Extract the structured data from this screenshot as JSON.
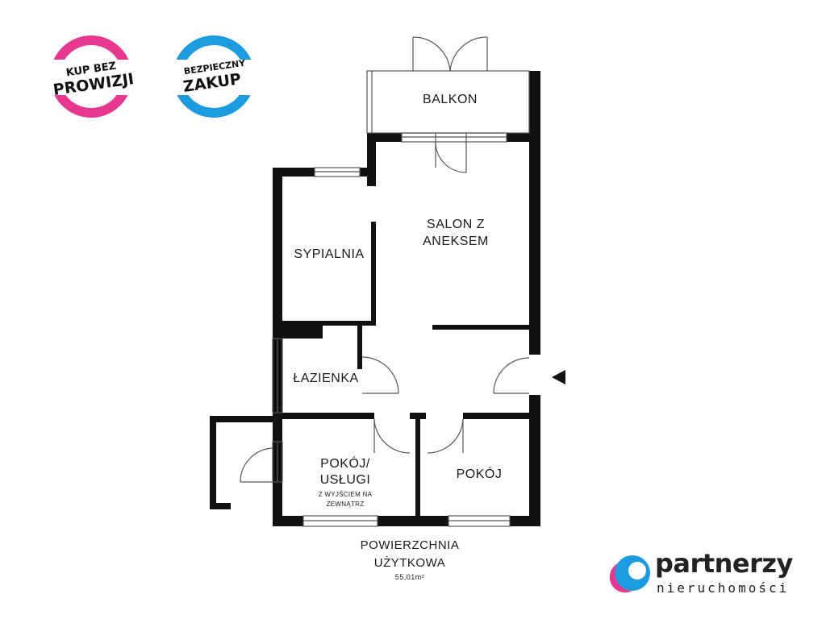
{
  "badges": {
    "commission": {
      "line1": "KUP BEZ",
      "line2": "PROWIZJI",
      "color": "#e8378f"
    },
    "safe": {
      "line1": "BEZPIECZNY",
      "line2": "ZAKUP",
      "color": "#1d9be0"
    }
  },
  "rooms": {
    "balkon": "BALKON",
    "salon_line1": "SALON Z",
    "salon_line2": "ANEKSEM",
    "sypialnia": "SYPIALNIA",
    "lazienka": "ŁAZIENKA",
    "pokoj_uslugi_line1": "POKÓJ/",
    "pokoj_uslugi_line2": "USŁUGI",
    "pokoj_uslugi_note1": "Z WYJŚCIEM NA",
    "pokoj_uslugi_note2": "ZEWNĄTRZ",
    "pokoj": "POKÓJ"
  },
  "area": {
    "title_line1": "POWIERZCHNIA",
    "title_line2": "UŻYTKOWA",
    "value": "55,01m²"
  },
  "logo": {
    "name": "partnerzy",
    "subtitle": "nieruchomości",
    "colors": {
      "blue": "#1d9be0",
      "pink": "#e8378f",
      "dark": "#222222"
    }
  },
  "colors": {
    "wall": "#111111",
    "line": "#555555"
  }
}
